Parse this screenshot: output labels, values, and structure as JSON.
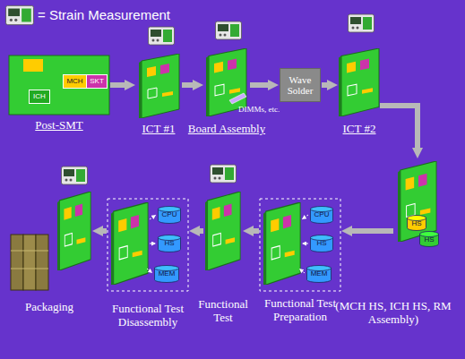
{
  "diagram": {
    "nodes": [
      {
        "text": [
          "Post-SMT"
        ]
      },
      {
        "text": [
          "MCH"
        ],
        "in": 0
      },
      {
        "text": [
          "SKT"
        ],
        "in": 0
      },
      {
        "text": [
          "ICH"
        ],
        "in": 0
      },
      {
        "text": [
          "ICT #1"
        ]
      },
      {
        "text": [
          "Board Assembly"
        ]
      },
      {
        "text": [
          "Wave Solder"
        ]
      },
      {
        "text": [
          "ICT #2"
        ]
      },
      {
        "text": [
          "(MCH HS, ICH HS, RM Assembly)"
        ]
      },
      {
        "text": [
          "HS"
        ],
        "in": 8
      },
      {
        "text": [
          "HS"
        ],
        "in": 8
      },
      {
        "text": [
          "Functional Test Preparation"
        ]
      },
      {
        "text": [
          "CPU"
        ],
        "in": 11
      },
      {
        "text": [
          "HS"
        ],
        "in": 11
      },
      {
        "text": [
          "MEM"
        ],
        "in": 11
      },
      {
        "text": [
          "Functional Test"
        ]
      },
      {
        "text": [
          "Functional Test Disassembly"
        ]
      },
      {
        "text": [
          "CPU"
        ],
        "in": 16
      },
      {
        "text": [
          "HS"
        ],
        "in": 16
      },
      {
        "text": [
          "MEM"
        ],
        "in": 16
      },
      {
        "text": [
          "Packaging"
        ]
      }
    ],
    "edges": [
      {
        "from": 0,
        "to": 4,
        "arrow": "to"
      },
      {
        "from": 4,
        "to": 5,
        "arrow": "to"
      },
      {
        "from": 5,
        "to": 6,
        "arrow": "to"
      },
      {
        "from": 6,
        "to": 7,
        "arrow": "to"
      },
      {
        "from": 7,
        "to": 8,
        "arrow": "to"
      },
      {
        "from": 8,
        "to": 11,
        "arrow": "to"
      },
      {
        "from": 11,
        "to": 15,
        "arrow": "to"
      },
      {
        "from": 15,
        "to": 16,
        "arrow": "to"
      },
      {
        "from": 16,
        "to": 20,
        "arrow": "to"
      }
    ],
    "labels": [
      "DIMMs, etc."
    ],
    "legend": [
      {
        "text": "= Strain Measurement"
      }
    ]
  }
}
